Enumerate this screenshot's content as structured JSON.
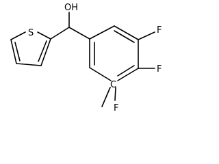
{
  "molecule": {
    "atom_labels": {
      "hydroxyl": "OH",
      "sulfur": "S",
      "fluorine_top": "F",
      "fluorine_middle": "F",
      "fluorine_bottom": "F",
      "carbon": "C"
    }
  }
}
